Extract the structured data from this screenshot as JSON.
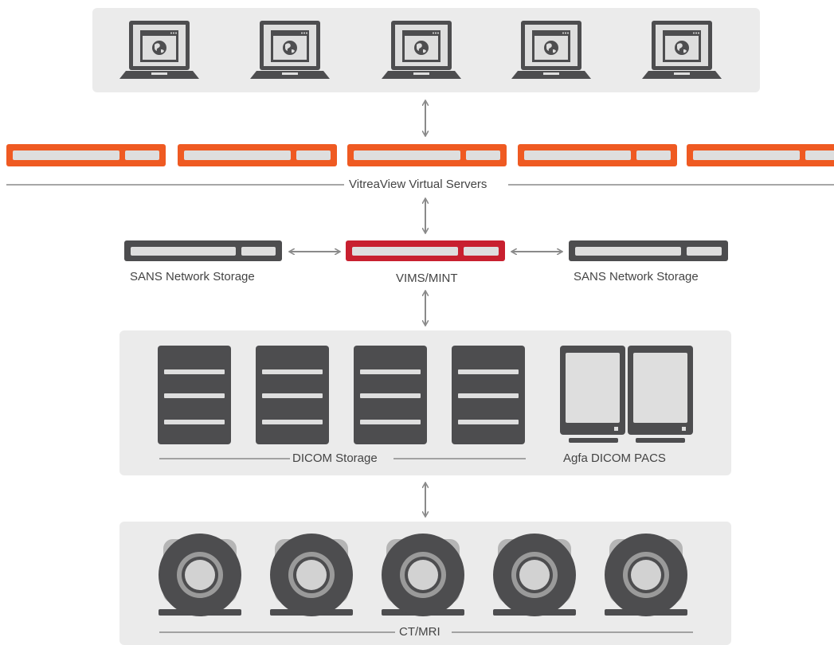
{
  "colors": {
    "panel": "#ebebeb",
    "device_dark": "#4d4d4f",
    "device_light": "#dedede",
    "virtual_server": "#ef5a22",
    "vims_server": "#c8202f",
    "storage_server": "#4d4d4f",
    "connector": "#8a8a8a",
    "text": "#444444"
  },
  "tiers": {
    "clients": {
      "device_icon": "laptop-globe-icon",
      "count": 5
    },
    "virtual_servers": {
      "label": "VitreaView Virtual Servers",
      "count": 5
    },
    "middle": {
      "left_storage_label": "SANS Network Storage",
      "center_label": "VIMS/MINT",
      "right_storage_label": "SANS Network Storage"
    },
    "storage": {
      "dicom_label": "DICOM Storage",
      "dicom_units": 4,
      "pacs_label": "Agfa DICOM PACS"
    },
    "modalities": {
      "label": "CT/MRI",
      "count": 5,
      "device_icon": "ct-scanner-icon"
    }
  }
}
